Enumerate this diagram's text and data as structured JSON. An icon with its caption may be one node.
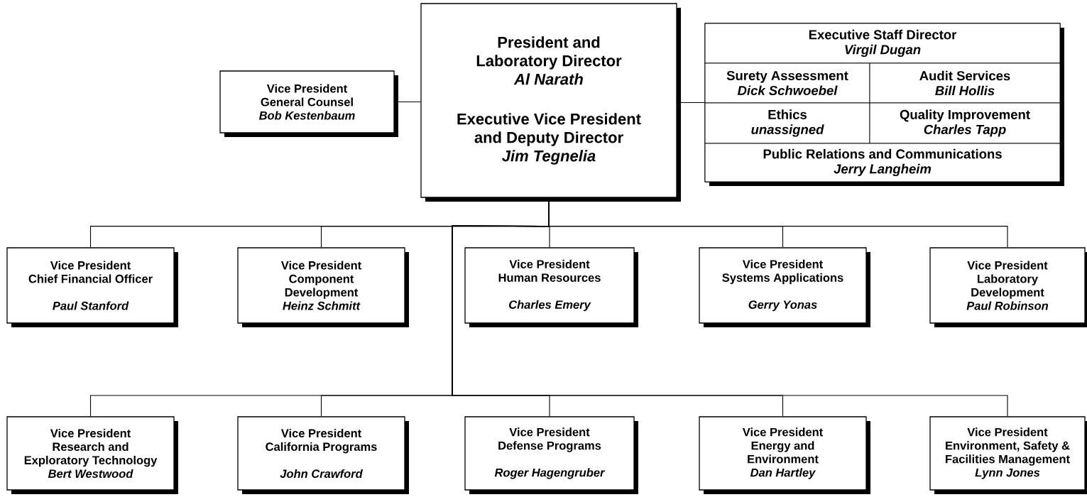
{
  "diagram": {
    "nodes": [
      {
        "text": [
          "President and Laboratory Director",
          "Al Narath",
          "Executive Vice President and Deputy Director",
          "Jim Tegnelia"
        ]
      },
      {
        "text": [
          "Vice President",
          "General Counsel",
          "Bob Kestenbaum"
        ]
      },
      {
        "text": [],
        "shape": "box"
      },
      {
        "text": [
          "Executive Staff Director",
          "Virgil Dugan"
        ],
        "in": 2
      },
      {
        "text": [
          "Surety Assessment",
          "Dick Schwoebel"
        ],
        "in": 2
      },
      {
        "text": [
          "Audit Services",
          "Bill Hollis"
        ],
        "in": 2
      },
      {
        "text": [
          "Ethics",
          "unassigned"
        ],
        "in": 2
      },
      {
        "text": [
          "Quality Improvement",
          "Charles Tapp"
        ],
        "in": 2
      },
      {
        "text": [
          "Public Relations and Communications",
          "Jerry Langheim"
        ],
        "in": 2
      },
      {
        "text": [
          "Vice President",
          "Chief Financial Officer",
          "Paul Stanford"
        ]
      },
      {
        "text": [
          "Vice President",
          "Component Development",
          "Heinz Schmitt"
        ]
      },
      {
        "text": [
          "Vice President",
          "Human Resources",
          "Charles Emery"
        ]
      },
      {
        "text": [
          "Vice President",
          "Systems Applications",
          "Gerry Yonas"
        ]
      },
      {
        "text": [
          "Vice President",
          "Laboratory Development",
          "Paul Robinson"
        ]
      },
      {
        "text": [
          "Vice President",
          "Research and Exploratory Technology",
          "Bert Westwood"
        ]
      },
      {
        "text": [
          "Vice President",
          "California Programs",
          "John Crawford"
        ]
      },
      {
        "text": [
          "Vice President",
          "Defense Programs",
          "Roger Hagengruber"
        ]
      },
      {
        "text": [
          "Vice President",
          "Energy and Environment",
          "Dan Hartley"
        ]
      },
      {
        "text": [
          "Vice President",
          "Environment, Safety & Facilities Management",
          "Lynn Jones"
        ]
      }
    ],
    "edges": [
      {
        "from": 0,
        "to": 1,
        "arrow": "none"
      },
      {
        "from": 0,
        "to": 2,
        "arrow": "none"
      },
      {
        "from": 0,
        "to": 9,
        "arrow": "none"
      },
      {
        "from": 0,
        "to": 10,
        "arrow": "none"
      },
      {
        "from": 0,
        "to": 11,
        "arrow": "none"
      },
      {
        "from": 0,
        "to": 12,
        "arrow": "none"
      },
      {
        "from": 0,
        "to": 13,
        "arrow": "none"
      },
      {
        "from": 0,
        "to": 14,
        "arrow": "none"
      },
      {
        "from": 0,
        "to": 15,
        "arrow": "none"
      },
      {
        "from": 0,
        "to": 16,
        "arrow": "none"
      },
      {
        "from": 0,
        "to": 17,
        "arrow": "none"
      },
      {
        "from": 0,
        "to": 18,
        "arrow": "none"
      }
    ]
  }
}
